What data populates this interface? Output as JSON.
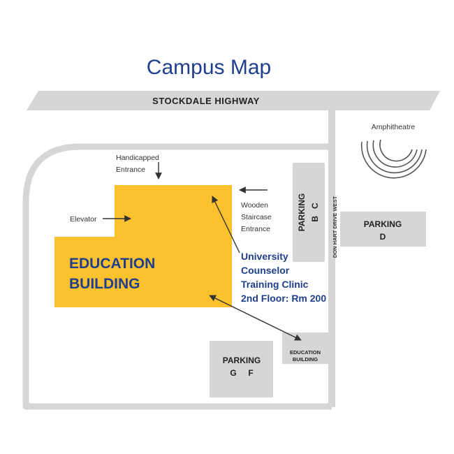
{
  "title": "Campus Map",
  "colors": {
    "road": "#d5d6d7",
    "parking": "#d5d6d7",
    "building": "#fcc22d",
    "accent_text": "#1f3e8c",
    "arrow": "#333333"
  },
  "roads": {
    "highway": "STOCKDALE HIGHWAY",
    "side_road": "DON HART DRIVE WEST"
  },
  "landmarks": {
    "amphitheatre": "Amphitheatre"
  },
  "building": {
    "name_line1": "EDUCATION",
    "name_line2": "BUILDING",
    "marker_line1": "EDUCATION",
    "marker_line2": "BUILDING"
  },
  "entrances": {
    "handicapped_line1": "Handicapped",
    "handicapped_line2": "Entrance",
    "elevator": "Elevator",
    "wooden_line1": "Wooden",
    "wooden_line2": "Staircase",
    "wooden_line3": "Entrance"
  },
  "clinic": {
    "line1": "University",
    "line2": "Counselor",
    "line3": "Training Clinic",
    "line4": "2nd Floor: Rm 200"
  },
  "parking": {
    "bc_label": "PARKING",
    "bc_letters": "B   C",
    "d_label": "PARKING",
    "d_letter": "D",
    "gf_label": "PARKING",
    "gf_letters": "G     F"
  }
}
